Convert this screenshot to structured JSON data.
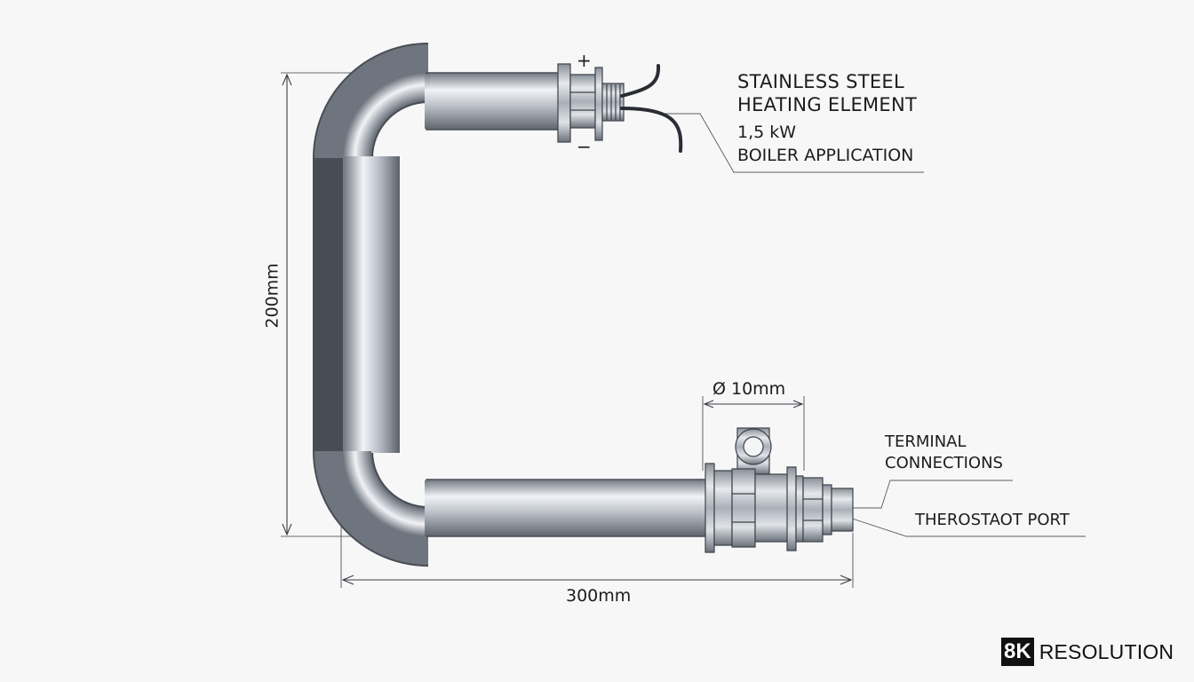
{
  "title": {
    "line1": "STAINLESS STEEL",
    "line2": "HEATING ELEMENT",
    "power": "1,5 kW",
    "application": "BOILER APPLICATION"
  },
  "callouts": {
    "terminal_line1": "TERMINAL",
    "terminal_line2": "CONNECTIONS",
    "thermostat": "THEROSTAOT PORT"
  },
  "dimensions": {
    "height": "200mm",
    "width": "300mm",
    "diameter": "Ø 10mm"
  },
  "polarity": {
    "plus": "+",
    "minus": "−"
  },
  "badge": {
    "mark": "8K",
    "text": "RESOLUTION"
  },
  "colors": {
    "steel_light": "#eef1f4",
    "steel_mid": "#b9bec6",
    "steel_dark": "#6f757e",
    "outline": "#4a4f57",
    "cable": "#2a2d33"
  }
}
